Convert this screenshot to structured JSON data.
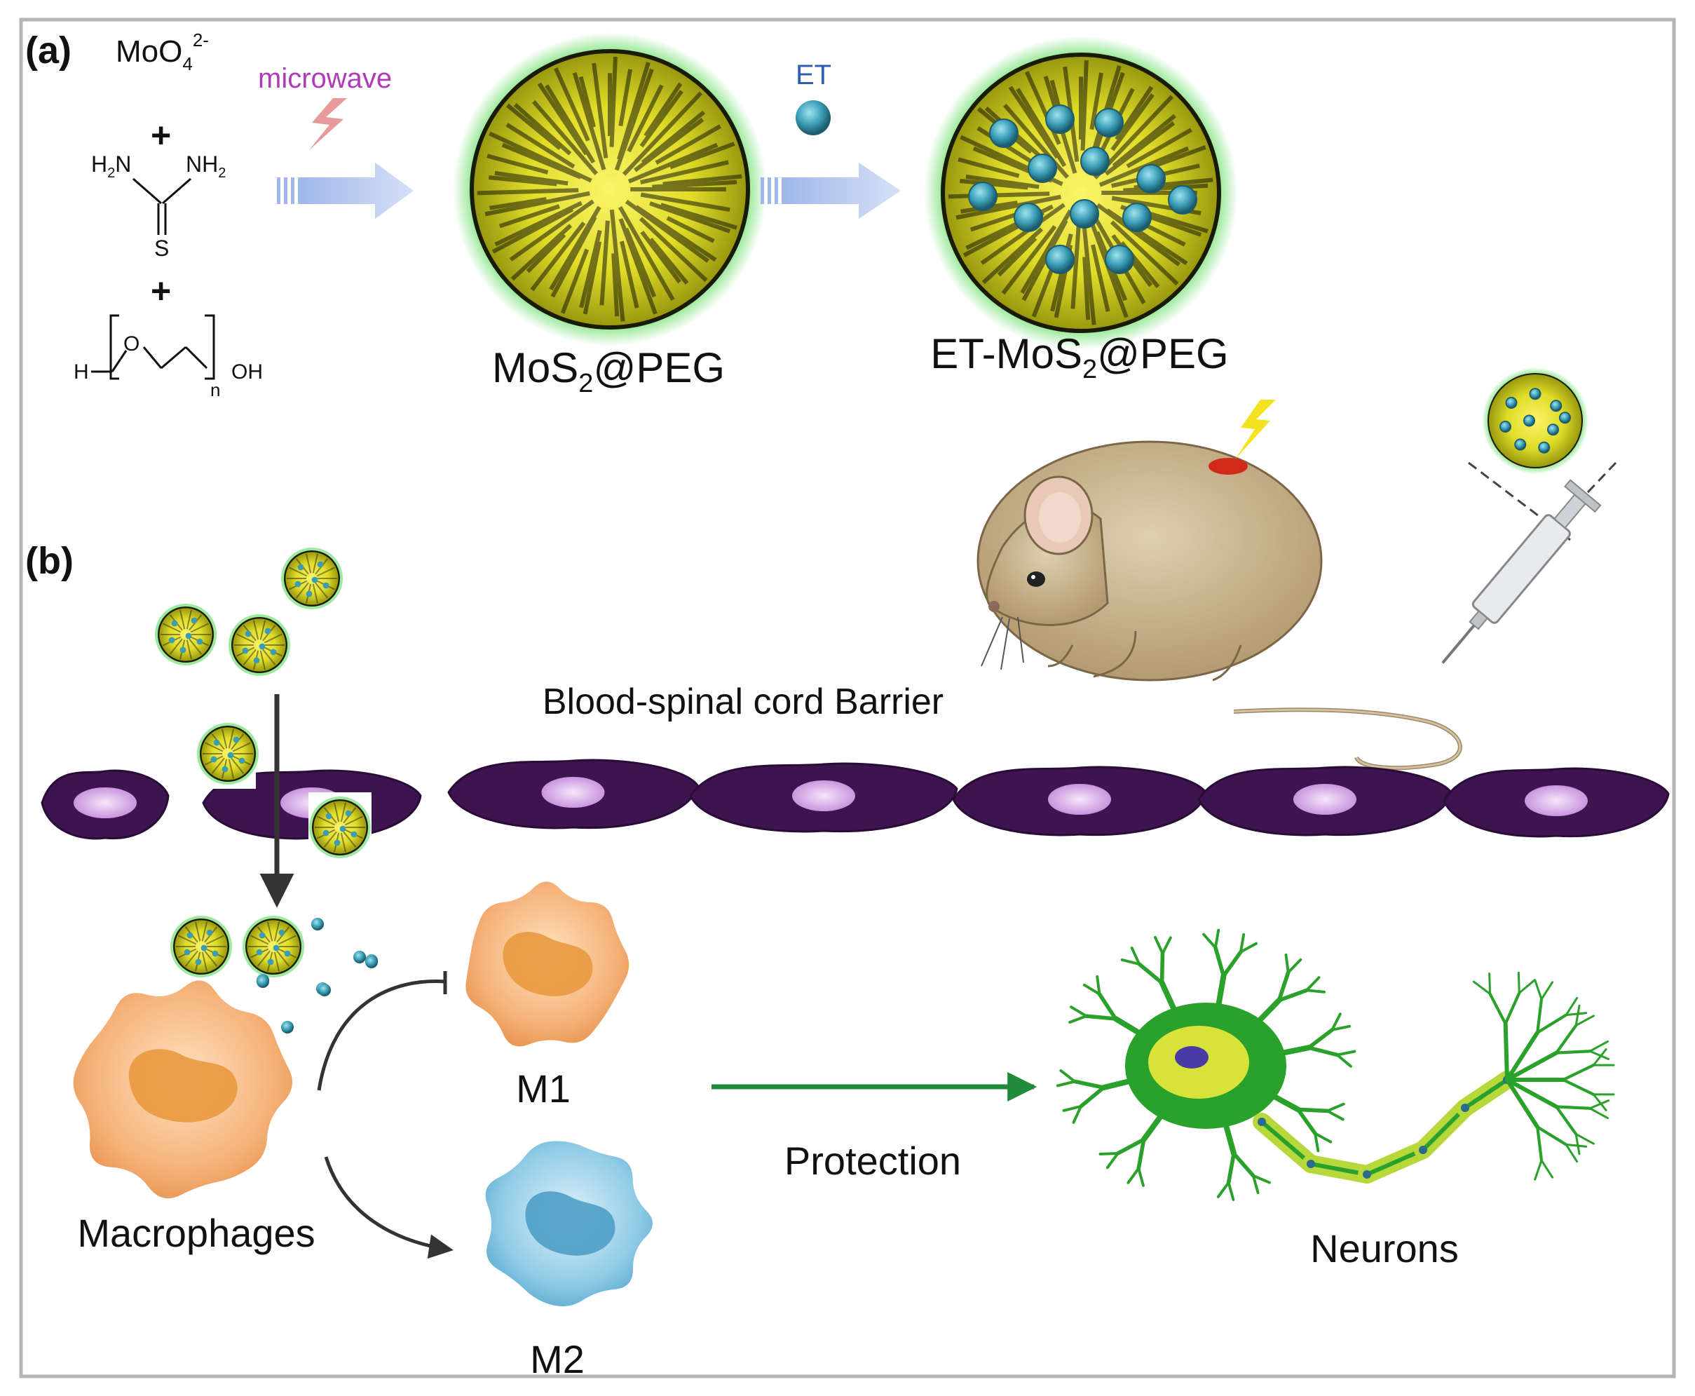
{
  "panel_a": {
    "label": "(a)",
    "reagents": {
      "molybdate": "MoO",
      "molybdate_sub": "4",
      "molybdate_sup": "2-",
      "plus": "+",
      "h2n": "H",
      "h2n_sub": "2",
      "h2n_n": "N",
      "nh2": "NH",
      "nh2_sub": "2",
      "sulfur": "S",
      "peg_h": "H",
      "peg_o": "O",
      "peg_n": "n",
      "peg_oh": "OH"
    },
    "step1": "microwave",
    "product1": {
      "pre": "MoS",
      "sub": "2",
      "post": "@PEG"
    },
    "step2": "ET",
    "product2": {
      "pre": "ET-MoS",
      "sub": "2",
      "post": "@PEG"
    }
  },
  "panel_b": {
    "label": "(b)",
    "barrier": "Blood-spinal cord Barrier",
    "macrophages": "Macrophages",
    "m1": "M1",
    "m2": "M2",
    "protection": "Protection",
    "neurons": "Neurons"
  },
  "colors": {
    "nanoflower_yellow": "#e5e22c",
    "nanoflower_glow": "#3bd43b",
    "et_drug": "#3a9db5",
    "microwave_label": "#b03bb8",
    "et_label": "#2f5fae",
    "endothelium": "#3e1450",
    "nucleus": "#d9a9e6",
    "macrophage": "#f5b278",
    "m2_cell": "#8fcbe6",
    "neuron": "#2aa12a",
    "protection_arrow": "#1e8a3a",
    "mouse": "#c6b08a"
  }
}
